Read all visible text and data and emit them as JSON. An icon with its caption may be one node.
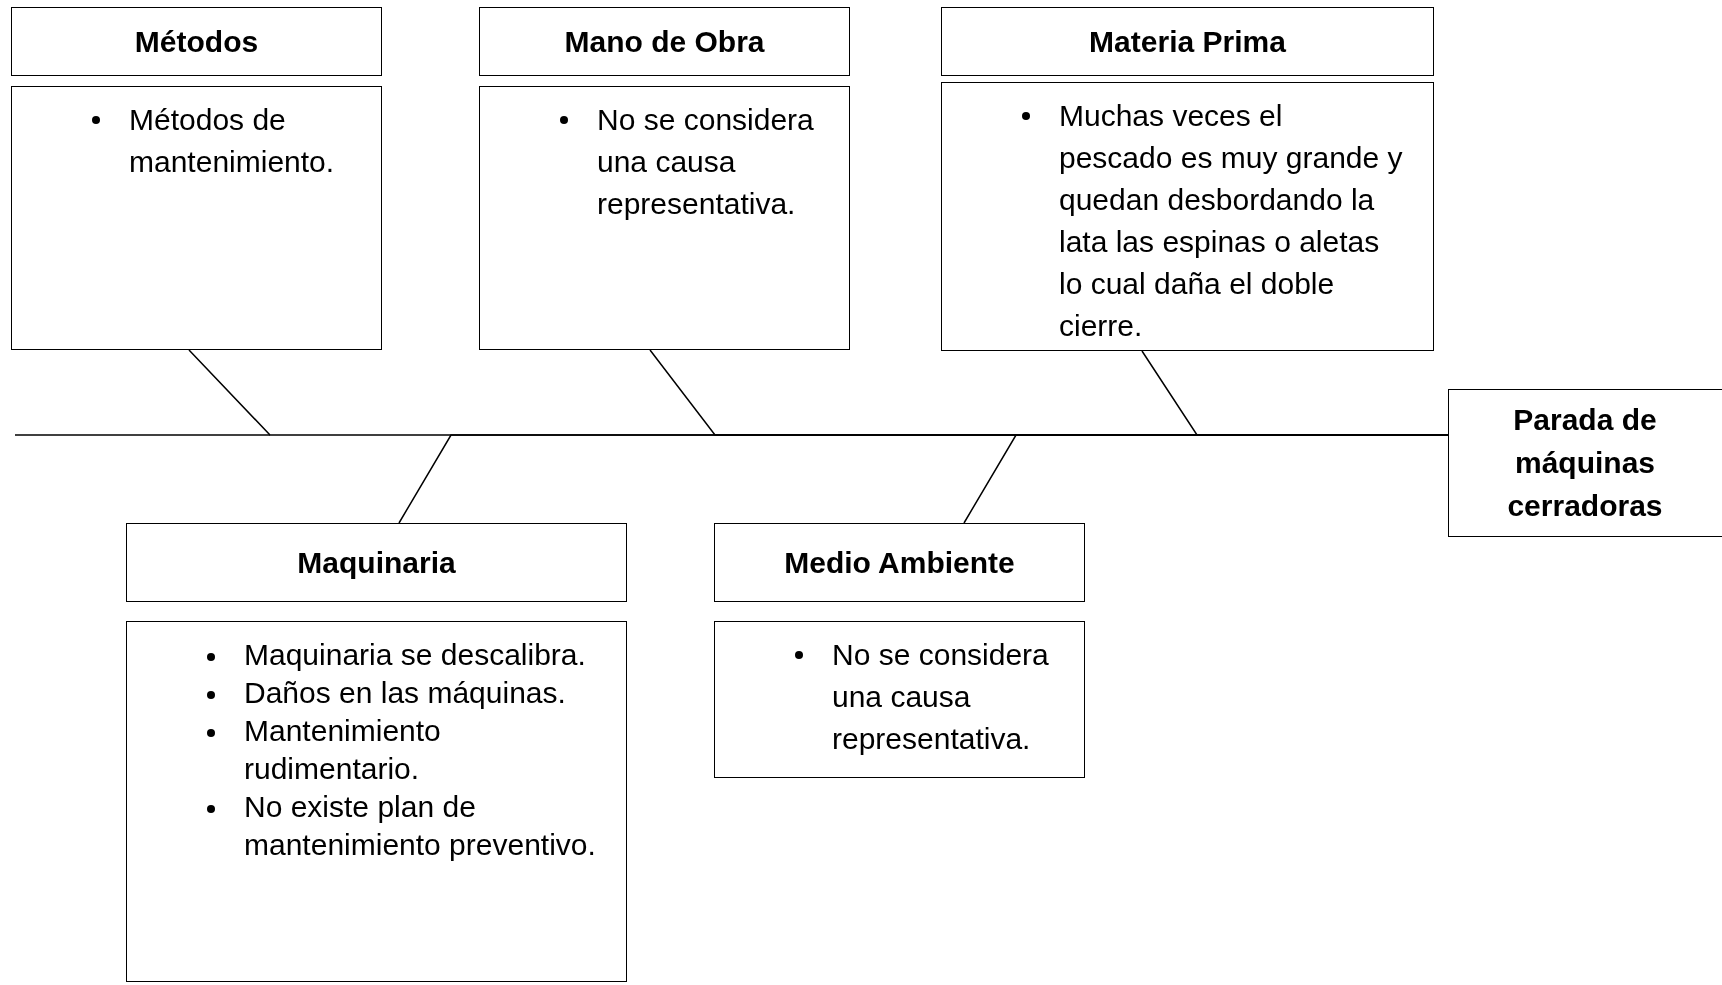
{
  "diagram": {
    "nodes": [
      {
        "text": [
          "Métodos"
        ]
      },
      {
        "text": [
          "Métodos de mantenimiento."
        ]
      },
      {
        "text": [
          "Mano de Obra"
        ]
      },
      {
        "text": [
          "No se considera una causa representativa."
        ]
      },
      {
        "text": [
          "Materia Prima"
        ]
      },
      {
        "text": [
          "Muchas veces el pescado es muy grande y quedan desbordando la lata las espinas o aletas lo cual daña el doble cierre."
        ]
      },
      {
        "text": [
          "Parada de máquinas cerradoras"
        ]
      },
      {
        "text": [
          "Maquinaria"
        ]
      },
      {
        "text": [
          "Maquinaria se descalibra.",
          "Daños en las máquinas.",
          "Mantenimiento rudimentario.",
          "No existe plan de mantenimiento preventivo."
        ]
      },
      {
        "text": [
          "Medio Ambiente"
        ]
      },
      {
        "text": [
          "No se considera una causa representativa."
        ]
      }
    ],
    "edges": [
      {
        "from": 1,
        "to": 6,
        "arrow": "none"
      },
      {
        "from": 3,
        "to": 6,
        "arrow": "none"
      },
      {
        "from": 5,
        "to": 6,
        "arrow": "none"
      },
      {
        "from": 7,
        "to": 6,
        "arrow": "none"
      },
      {
        "from": 9,
        "to": 6,
        "arrow": "none"
      }
    ]
  }
}
